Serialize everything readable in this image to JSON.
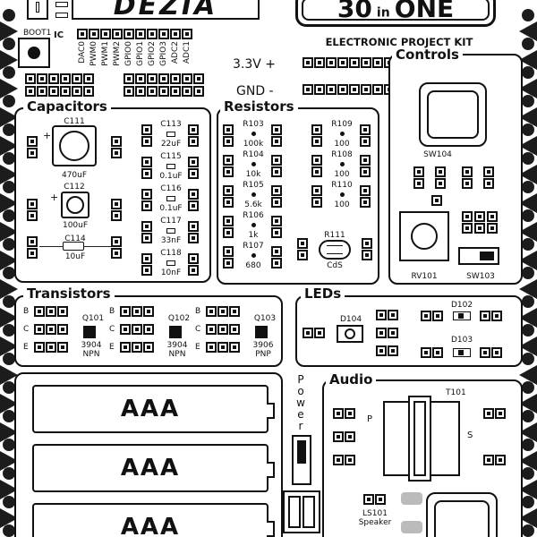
{
  "header": {
    "logo_text": "DEZIA",
    "title_num": "30",
    "title_in": "in",
    "title_one": "ONE",
    "subtitle": "ELECTRONIC PROJECT KIT",
    "boot_label": "BOOT1",
    "gpio_labels": [
      "DAC0",
      "PWM0",
      "PWM1",
      "PWM2",
      "GPIO0",
      "GPIO1",
      "GPIO2",
      "GPIO3",
      "ADC2",
      "ADC1"
    ]
  },
  "power_rails": {
    "v33_label": "3.3V +",
    "gnd_label": "GND -"
  },
  "capacitors": {
    "title": "Capacitors",
    "items": [
      {
        "ref": "C111",
        "value": "470uF"
      },
      {
        "ref": "C112",
        "value": "100uF"
      },
      {
        "ref": "C114",
        "value": "10uF"
      },
      {
        "ref": "C113",
        "value": "22uF"
      },
      {
        "ref": "C115",
        "value": "0.1uF"
      },
      {
        "ref": "C116",
        "value": "0.1uF"
      },
      {
        "ref": "C117",
        "value": "33nF"
      },
      {
        "ref": "C118",
        "value": "10nF"
      }
    ]
  },
  "resistors": {
    "title": "Resistors",
    "items": [
      {
        "ref": "R103",
        "value": "100k"
      },
      {
        "ref": "R104",
        "value": "10k"
      },
      {
        "ref": "R105",
        "value": "5.6k"
      },
      {
        "ref": "R106",
        "value": "1k"
      },
      {
        "ref": "R107",
        "value": "680"
      },
      {
        "ref": "R109",
        "value": "100"
      },
      {
        "ref": "R108",
        "value": "100"
      },
      {
        "ref": "R110",
        "value": "100"
      }
    ],
    "ldr": {
      "ref": "R111",
      "value": "CdS"
    }
  },
  "controls": {
    "title": "Controls",
    "sw104": "SW104",
    "rv101": "RV101",
    "sw103": "SW103"
  },
  "transistors": {
    "title": "Transistors",
    "pin_labels": [
      "B",
      "C",
      "E"
    ],
    "items": [
      {
        "ref": "Q101",
        "part": "3904",
        "type": "NPN"
      },
      {
        "ref": "Q102",
        "part": "3904",
        "type": "NPN"
      },
      {
        "ref": "Q103",
        "part": "3906",
        "type": "PNP"
      }
    ]
  },
  "leds": {
    "title": "LEDs",
    "items": [
      "D104",
      "D102",
      "D103"
    ]
  },
  "battery": {
    "cells": [
      "AAA",
      "AAA",
      "AAA"
    ]
  },
  "power_switch": {
    "label": "Power"
  },
  "audio": {
    "title": "Audio",
    "transformer": "T101",
    "primary": "P",
    "secondary": "S",
    "speaker_ref": "LS101",
    "speaker_label": "Speaker"
  }
}
